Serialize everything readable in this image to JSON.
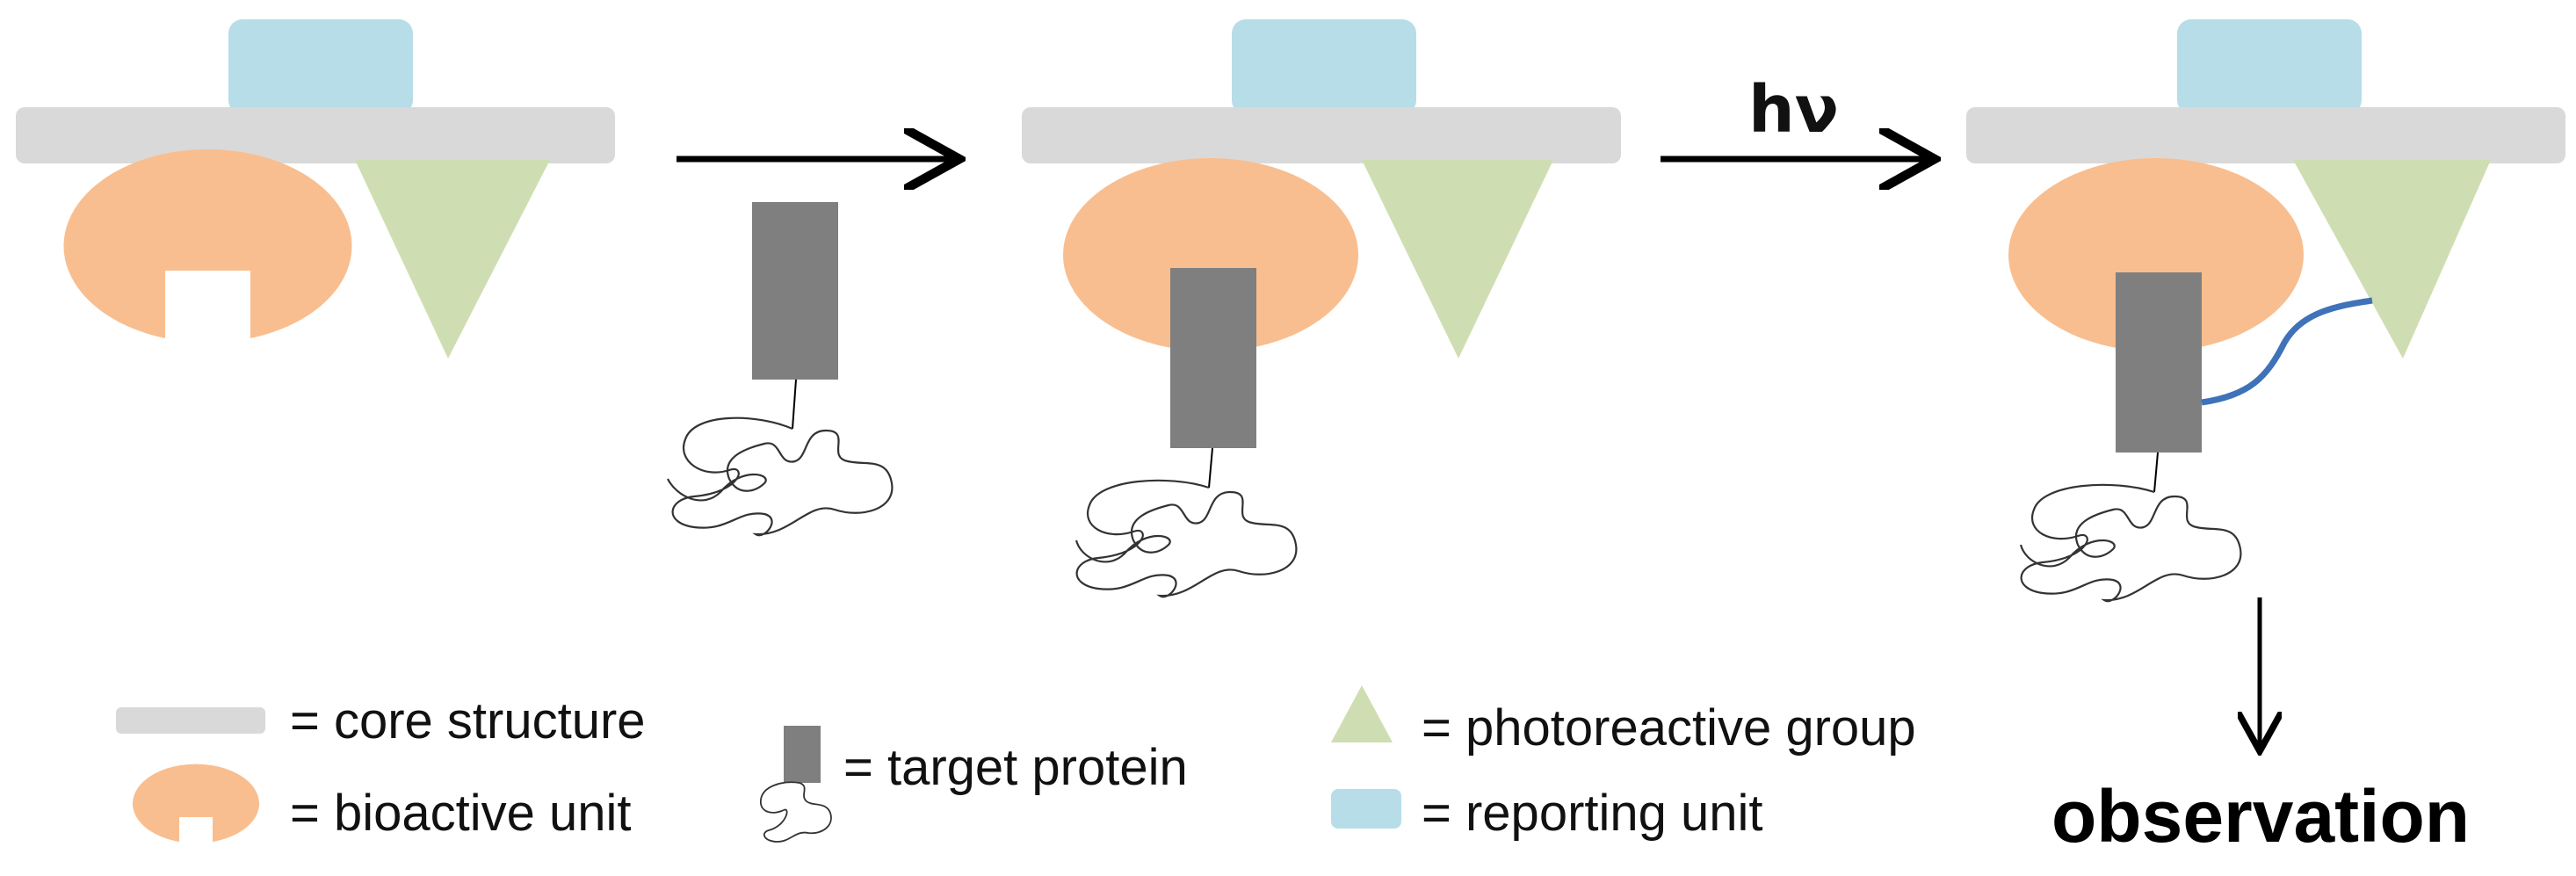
{
  "colors": {
    "core_structure": "#d9d9d9",
    "reporting_unit": "#b7dde8",
    "bioactive_unit": "#f9be8f",
    "photoreactive_group": "#cfdeb2",
    "target_protein": "#7f7f7f",
    "crosslink": "#3f72b8",
    "line": "#000000"
  },
  "icons": {
    "arrow": "right-arrow-icon",
    "down_arrow": "down-arrow-icon"
  },
  "labels": {
    "light": "hν",
    "observation": "observation"
  },
  "legend": {
    "core_structure": "= core structure",
    "bioactive_unit": "= bioactive unit",
    "target_protein": "= target protein",
    "photoreactive_group": "= photoreactive group",
    "reporting_unit": "= reporting unit"
  }
}
